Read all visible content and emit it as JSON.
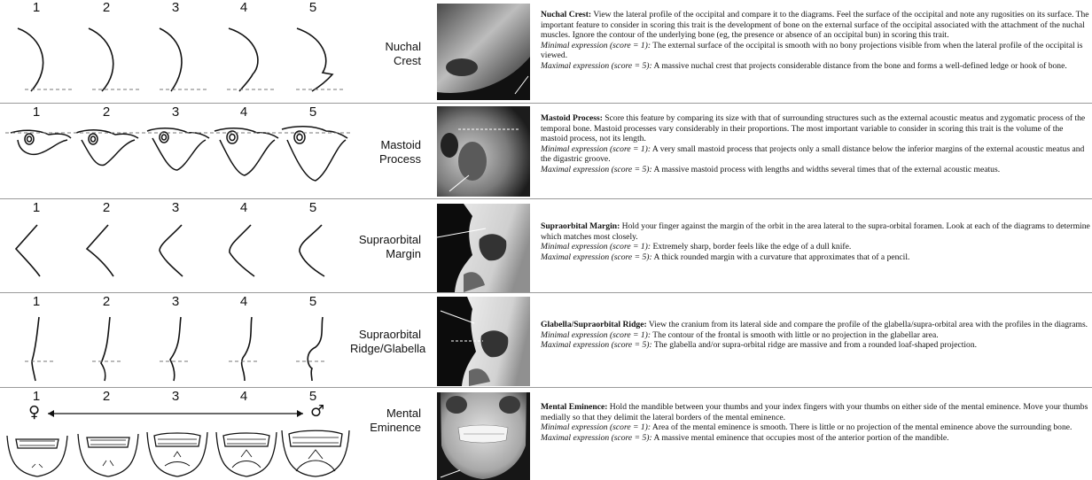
{
  "score_numbers": [
    "1",
    "2",
    "3",
    "4",
    "5"
  ],
  "sex_symbols": {
    "female": "♀",
    "male": "♂"
  },
  "traits": [
    {
      "label_line1": "Nuchal",
      "label_line2": "Crest",
      "title": "Nuchal Crest:",
      "description": " View the lateral profile of the occipital and compare it to the diagrams.  Feel the surface of the occipital and note any rugosities on its surface.  The important feature to consider in scoring this trait is the development of bone on the external surface of the occipital associated with the attachment of the nuchal muscles.  Ignore the contour of the underlying bone (eg, the presence or absence of an occipital bun) in scoring this trait.",
      "min_label": "Minimal expression (score = 1):",
      "min_text": " The external surface of the occipital is smooth with no bony projections visible from when the lateral profile of the occipital is viewed.",
      "max_label": "Maximal expression (score = 5):",
      "max_text": " A massive nuchal crest that projects considerable distance from the bone and forms a well-defined ledge or hook of bone."
    },
    {
      "label_line1": "Mastoid",
      "label_line2": "Process",
      "title": "Mastoid Process:",
      "description": " Score this feature by comparing its size with that of surrounding structures such as the external acoustic meatus and zygomatic process of the temporal bone.  Mastoid processes vary considerably in their proportions.  The most important variable to consider in scoring this trait is the volume of the mastoid process, not its length.",
      "min_label": "Minimal expression (score = 1):",
      "min_text": " A very small mastoid process that projects only a small distance below the inferior margins of the external acoustic meatus and the digastric groove.",
      "max_label": "Maximal expression (score = 5):",
      "max_text": " A massive mastoid process with lengths and widths several times that of the external acoustic meatus."
    },
    {
      "label_line1": "Supraorbital",
      "label_line2": "Margin",
      "title": "Supraorbital Margin:",
      "description": " Hold your finger against the margin of the orbit in the area lateral to the supra-orbital foramen.  Look at each of the diagrams to determine which matches most closely.",
      "min_label": "Minimal expression (score = 1):",
      "min_text": " Extremely sharp, border feels like the edge of a dull knife.",
      "max_label": "Maximal expression (score = 5):",
      "max_text": " A thick rounded margin with a curvature that approximates that of a pencil."
    },
    {
      "label_line1": "Supraorbital",
      "label_line2": "Ridge/Glabella",
      "title": "Glabella/Supraorbital Ridge:",
      "description": " View the cranium from its lateral side and compare the profile of the glabella/supra-orbital area with the profiles in the diagrams.",
      "min_label": "Minimal expression (score = 1):",
      "min_text": " The contour of the frontal is smooth with little or no projection in the glabellar area.",
      "max_label": "Maximal expression (score = 5):",
      "max_text": " The glabella and/or supra-orbital ridge are massive and from a rounded loaf-shaped projection."
    },
    {
      "label_line1": "Mental",
      "label_line2": "Eminence",
      "title": "Mental Eminence:",
      "description": " Hold the mandible between your thumbs and your index fingers with your thumbs on either side of the mental eminence.  Move your thumbs medially so that they delimit the lateral borders of the mental eminence.",
      "min_label": "Minimal expression (score = 1):",
      "min_text": " Area of the mental eminence is smooth.  There is little or no projection of the mental eminence above the surrounding bone.",
      "max_label": "Maximal expression (score = 5):",
      "max_text": " A massive mental eminence that occupies most of the anterior portion of the mandible."
    }
  ]
}
